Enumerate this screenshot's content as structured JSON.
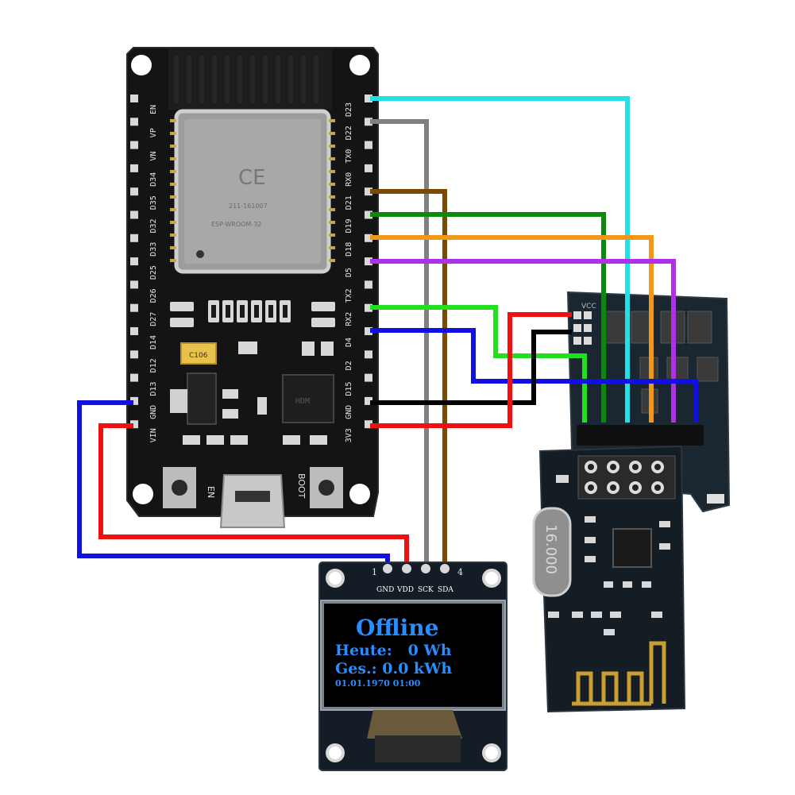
{
  "esp32": {
    "left_pins": [
      "EN",
      "VP",
      "VN",
      "D34",
      "D35",
      "D32",
      "D33",
      "D25",
      "D26",
      "D27",
      "D14",
      "D12",
      "D13",
      "GND",
      "VIN"
    ],
    "right_pins": [
      "D23",
      "D22",
      "TX0",
      "RX0",
      "D21",
      "D19",
      "D18",
      "D5",
      "TX2",
      "RX2",
      "D4",
      "D2",
      "D15",
      "GND",
      "3V3"
    ],
    "module_texts": [
      "211-161007",
      "ESP-WROOM-32"
    ],
    "button_labels": [
      "EN",
      "BOOT"
    ],
    "cap_label": "C106"
  },
  "oled": {
    "pins": [
      "GND",
      "VDD",
      "SCK",
      "SDA"
    ],
    "pin_numbers": [
      "1",
      "4"
    ],
    "lines": [
      "Offline",
      "Heute:   0 Wh",
      "Ges.: 0.0 kWh",
      "01.01.1970 01:00"
    ]
  },
  "nrf": {
    "crystal_label": "16.000",
    "vcc_label": "VCC"
  },
  "colors": {
    "cyan": "#22e0e6",
    "gray": "#808080",
    "brown": "#7a4a00",
    "green": "#0a8a0a",
    "orange": "#f0981a",
    "purple": "#b030e8",
    "light_green": "#20e020",
    "blue": "#1010e0",
    "red": "#f01010",
    "black": "#000000",
    "pcb": "#141414",
    "oled_text": "#2a8cff"
  }
}
